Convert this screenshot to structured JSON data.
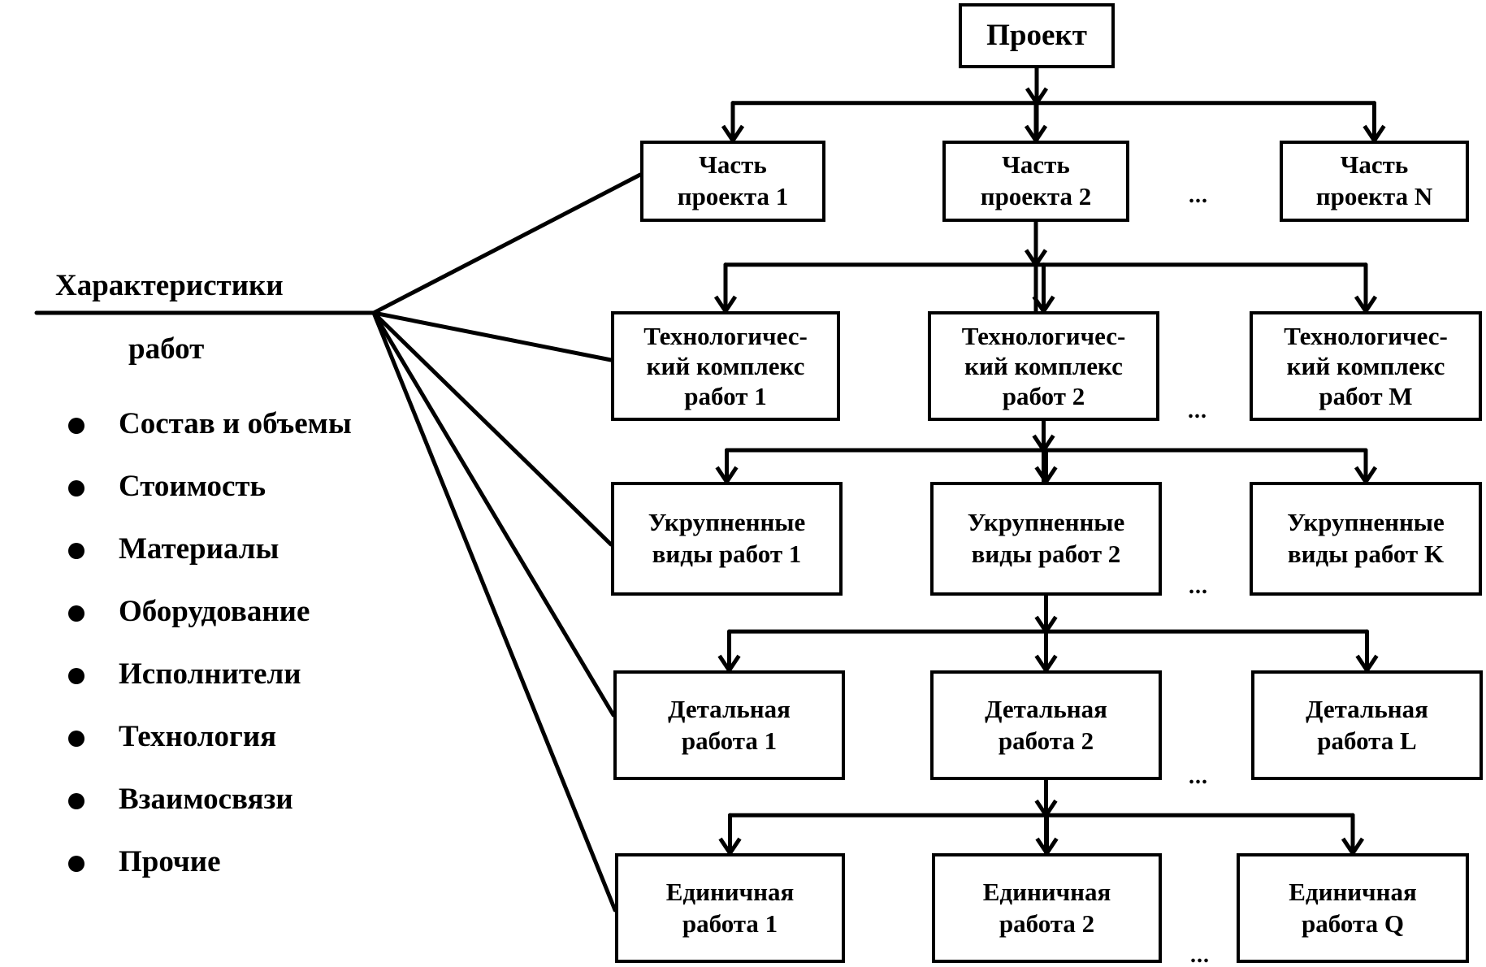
{
  "root": "Проект",
  "levels": [
    [
      "Часть\nпроекта 1",
      "Часть\nпроекта 2",
      "Часть\nпроекта N"
    ],
    [
      "Технологичес-\nкий комплекс\nработ 1",
      "Технологичес-\nкий комплекс\nработ 2",
      "Технологичес-\nкий комплекс\nработ М"
    ],
    [
      "Укрупненные\nвиды работ 1",
      "Укрупненные\nвиды работ 2",
      "Укрупненные\nвиды работ K"
    ],
    [
      "Детальная\nработа 1",
      "Детальная\nработа 2",
      "Детальная\nработа L"
    ],
    [
      "Единичная\nработа 1",
      "Единичная\nработа 2",
      "Единичная\nработа Q"
    ]
  ],
  "ellipsis": "...",
  "characteristics": {
    "title_line1": "Характеристики",
    "title_line2": "работ",
    "items": [
      "Состав и объемы",
      "Стоимость",
      "Материалы",
      "Оборудование",
      "Исполнители",
      "Технология",
      "Взаимосвязи",
      "Прочие"
    ]
  }
}
